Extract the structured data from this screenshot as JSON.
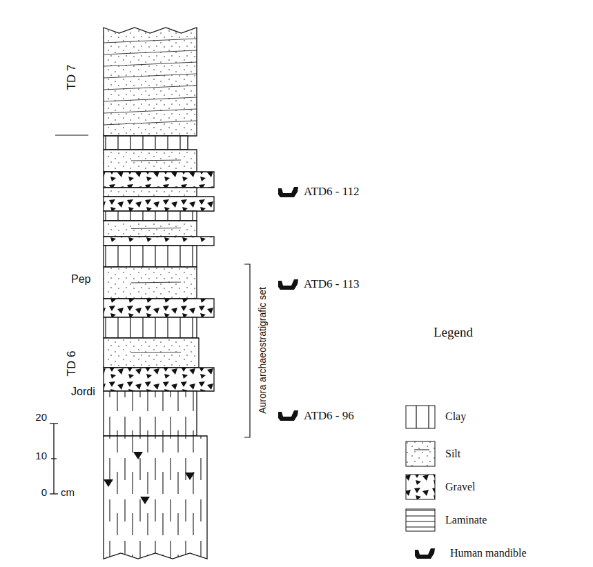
{
  "diagram": {
    "labels": [
      "TD 7",
      "Pep",
      "TD 6",
      "Jordi",
      "20",
      "10",
      "0",
      "cm",
      "Aurora archaeostratigrafic set",
      "ATD6 - 112",
      "ATD6 - 113",
      "ATD6 - 96",
      "Legend"
    ],
    "legend": [
      {
        "text": "Clay"
      },
      {
        "text": "Silt"
      },
      {
        "text": "Gravel"
      },
      {
        "text": "Laminate"
      },
      {
        "text": "Human mandible"
      }
    ]
  }
}
